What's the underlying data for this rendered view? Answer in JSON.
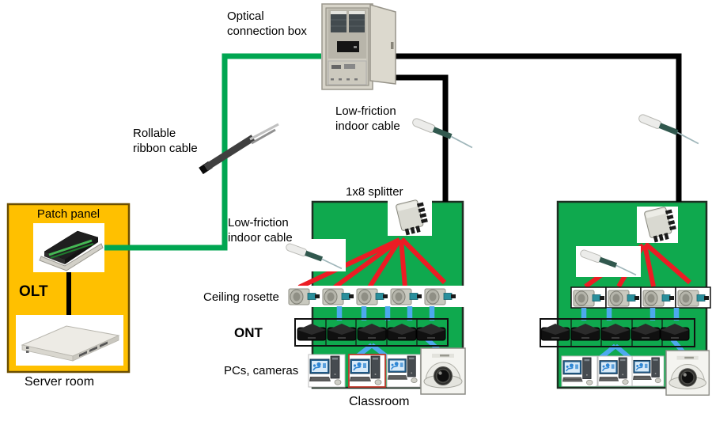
{
  "diagram": {
    "type": "fiber-network-topology",
    "labels": {
      "optical_connection_box": "Optical\nconnection box",
      "rollable_ribbon_cable": "Rollable\nribbon cable",
      "low_friction_indoor_cable_top": "Low-friction\nindoor cable",
      "splitter_1x8": "1x8 splitter",
      "low_friction_indoor_cable_left": "Low-friction\nindoor cable",
      "ceiling_rosette": "Ceiling rosette",
      "ont": "ONT",
      "pcs_cameras": "PCs, cameras",
      "classroom": "Classroom",
      "patch_panel": "Patch panel",
      "olt": "OLT",
      "server_room": "Server room"
    },
    "colors": {
      "classroom_fill": "#0FA94E",
      "server_room_fill": "#FFC000",
      "feeder_green_cable": "#00A651",
      "backbone_black_cable": "#000000",
      "splitter_drop_red": "#EC1C24",
      "lan_blue": "#4DA9EE"
    },
    "topology": {
      "classroom_center": {
        "rosettes": 5,
        "onts": 5,
        "pcs": 3,
        "cameras": 1
      },
      "classroom_right": {
        "rosettes": 4,
        "onts": 5,
        "pcs": 3,
        "cameras": 1
      },
      "server_room_devices": [
        "patch panel",
        "OLT"
      ],
      "icons": [
        "optical-connection-cabinet-icon",
        "rollable-ribbon-cable-icon",
        "low-friction-indoor-cable-icon",
        "splitter-1x8-icon",
        "ceiling-rosette-icon",
        "ont-icon",
        "pc-icon",
        "dome-camera-icon",
        "patch-panel-icon",
        "olt-icon"
      ]
    }
  }
}
